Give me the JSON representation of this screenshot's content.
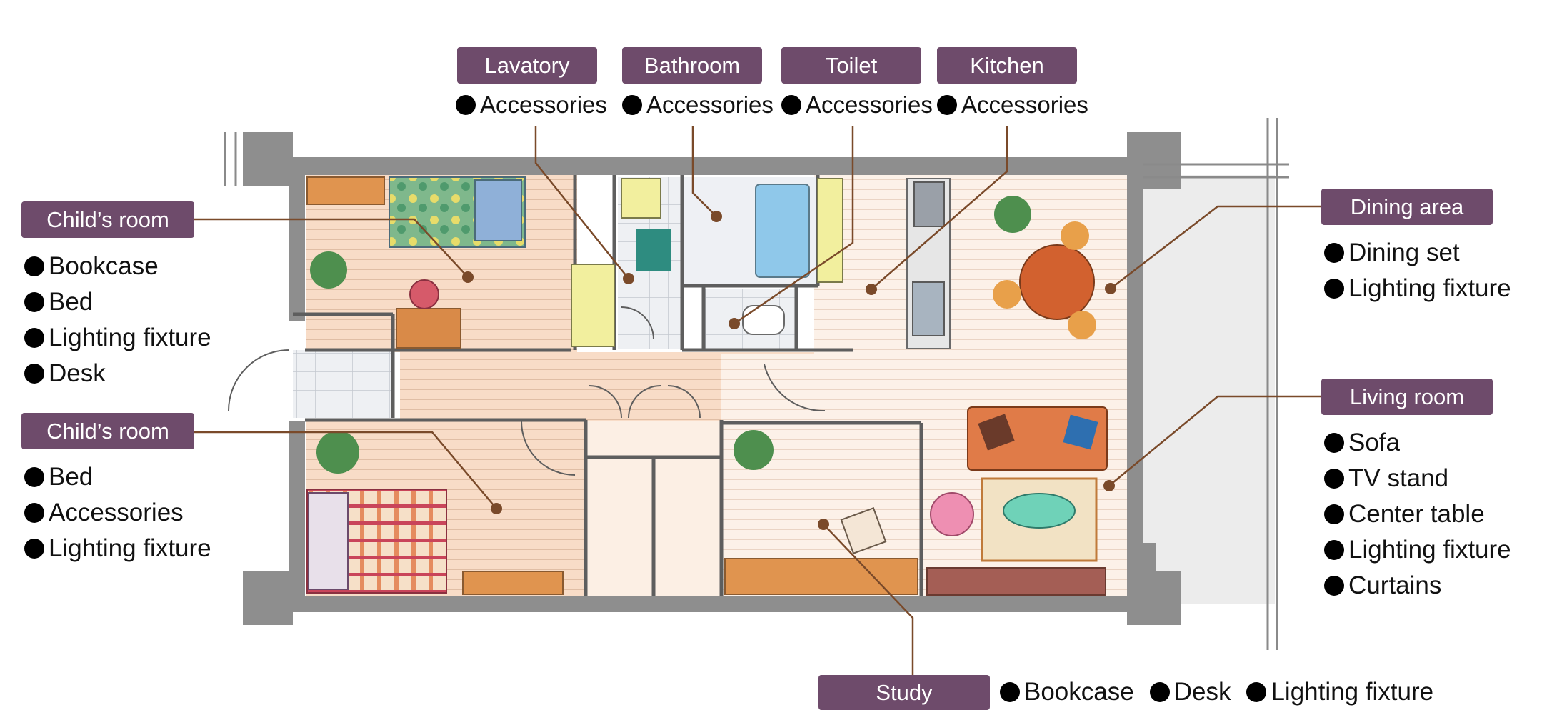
{
  "colors": {
    "label_bg": "#6e4b6b",
    "leader": "#7a4a2a",
    "wall": "#8e8e8e",
    "floor_warm": "#f7dcc8",
    "floor_light": "#fbf2ea"
  },
  "rooms": {
    "childs_room_1": {
      "label": "Child’s room",
      "items": [
        "Bookcase",
        "Bed",
        "Lighting fixture",
        "Desk"
      ]
    },
    "childs_room_2": {
      "label": "Child’s room",
      "items": [
        "Bed",
        "Accessories",
        "Lighting fixture"
      ]
    },
    "lavatory": {
      "label": "Lavatory",
      "items": [
        "Accessories"
      ]
    },
    "bathroom": {
      "label": "Bathroom",
      "items": [
        "Accessories"
      ]
    },
    "toilet": {
      "label": "Toilet",
      "items": [
        "Accessories"
      ]
    },
    "kitchen": {
      "label": "Kitchen",
      "items": [
        "Accessories"
      ]
    },
    "dining_area": {
      "label": "Dining area",
      "items": [
        "Dining set",
        "Lighting fixture"
      ]
    },
    "living_room": {
      "label": "Living room",
      "items": [
        "Sofa",
        "TV stand",
        "Center table",
        "Lighting fixture",
        "Curtains"
      ]
    },
    "study": {
      "label": "Study",
      "items": [
        "Bookcase",
        "Desk",
        "Lighting fixture"
      ]
    }
  }
}
